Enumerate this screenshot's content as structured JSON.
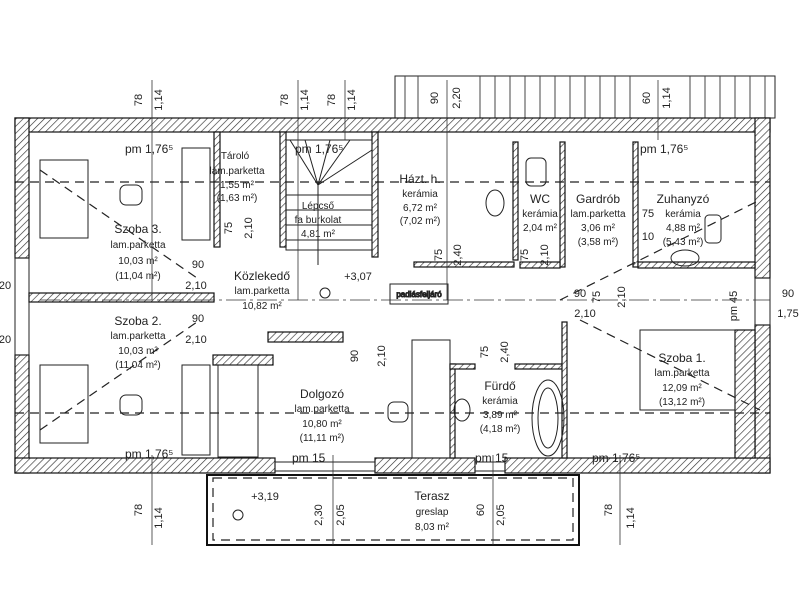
{
  "rooms": {
    "taroló": {
      "name": "Tároló",
      "floor": "lam.parketta",
      "area": "1,55 m²",
      "gross": "(1,63 m²)"
    },
    "lepcso": {
      "name": "Lépcső",
      "floor": "fa burkolat",
      "area": "4,81 m²"
    },
    "hazt": {
      "name": "Házt. h.",
      "floor": "kerámia",
      "area": "6,72 m²",
      "gross": "(7,02 m²)"
    },
    "wc": {
      "name": "WC",
      "floor": "kerámia",
      "area": "2,04 m²"
    },
    "gardrob": {
      "name": "Gardrób",
      "floor": "lam.parketta",
      "area": "3,06 m²",
      "gross": "(3,58 m²)"
    },
    "zuhanyzo": {
      "name": "Zuhanyzó",
      "floor": "kerámia",
      "area": "4,88 m²",
      "gross": "(5,43 m²)"
    },
    "szoba3": {
      "name": "Szoba 3.",
      "floor": "lam.parketta",
      "area": "10,03 m²",
      "gross": "(11,04 m²)"
    },
    "kozlekedo": {
      "name": "Közlekedő",
      "floor": "lam.parketta",
      "area": "10,82 m²"
    },
    "szoba2": {
      "name": "Szoba 2.",
      "floor": "lam.parketta",
      "area": "10,03 m²",
      "gross": "(11,04 m²)"
    },
    "dolgozo": {
      "name": "Dolgozó",
      "floor": "lam.parketta",
      "area": "10,80 m²",
      "gross": "(11,11 m²)"
    },
    "furdo": {
      "name": "Fürdő",
      "floor": "kerámia",
      "area": "3,89 m²",
      "gross": "(4,18 m²)"
    },
    "szoba1": {
      "name": "Szoba 1.",
      "floor": "lam.parketta",
      "area": "12,09 m²",
      "gross": "(13,12 m²)"
    },
    "terasz": {
      "name": "Terasz",
      "floor": "greslap",
      "area": "8,03 m²"
    }
  },
  "levels": {
    "hall": "+3,07",
    "terrace": "+3,19"
  },
  "attic_hatch": "padlásfeljáró",
  "parapets": {
    "pm176": "pm 1,76⁵",
    "pm15": "pm 15",
    "pm45": "pm 45"
  },
  "dims": {
    "d78": "78",
    "d114": "1,14",
    "d90": "90",
    "d220": "2,20",
    "d60": "60",
    "d230": "2,30",
    "d205": "2,05",
    "d175": "1,75",
    "d20": "20",
    "d210": "2,10",
    "d75": "75",
    "d240": "2,40",
    "d10": "10"
  }
}
